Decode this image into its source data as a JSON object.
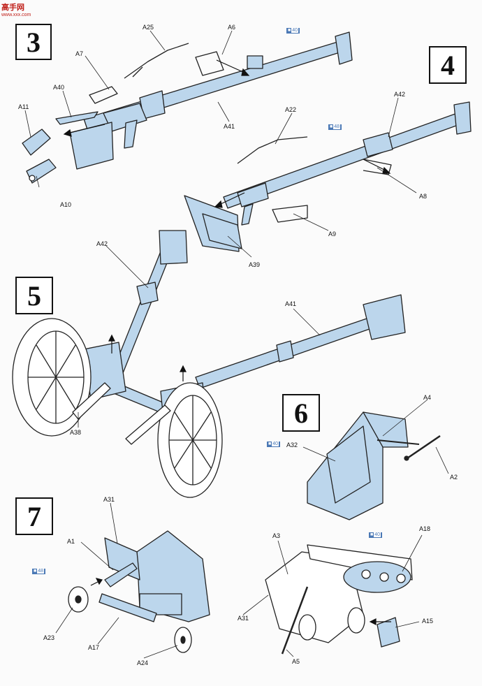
{
  "watermark": {
    "title": "高手网",
    "site": "www.xxx.com"
  },
  "steps": {
    "s3": "3",
    "s4": "4",
    "s5": "5",
    "s6": "6",
    "s7": "7"
  },
  "paint_ref": {
    "code": "40",
    "code48": "48"
  },
  "parts": {
    "A25": "A25",
    "A6": "A6",
    "A7": "A7",
    "A40": "A40",
    "A11": "A11",
    "A10": "A10",
    "A41": "A41",
    "A22": "A22",
    "A42": "A42",
    "A8": "A8",
    "A9": "A9",
    "A39": "A39",
    "A42b": "A42",
    "A41b": "A41",
    "A38": "A38",
    "A4": "A4",
    "A32": "A32",
    "A2": "A2",
    "A31": "A31",
    "A1": "A1",
    "A23": "A23",
    "A17": "A17",
    "A24": "A24",
    "A3": "A3",
    "A18": "A18",
    "A31b": "A31",
    "A15": "A15",
    "A5": "A5"
  },
  "colors": {
    "part_fill": "#bcd6ec",
    "line": "#222222",
    "accent": "#4a78b5"
  }
}
